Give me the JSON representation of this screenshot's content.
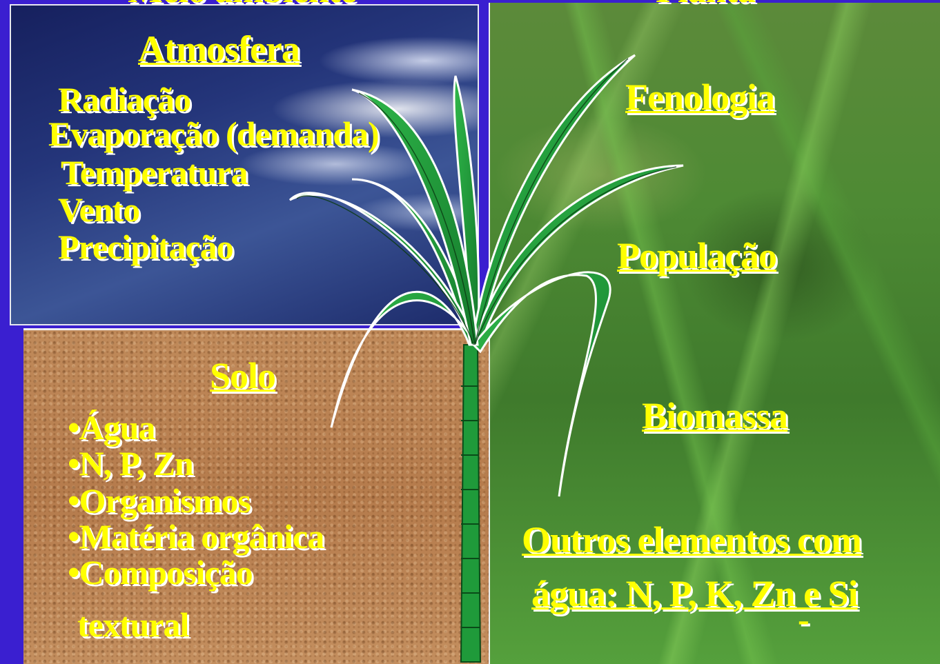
{
  "top_cut_left": "Meio ambiente",
  "top_cut_right": "Planta",
  "atmosphere": {
    "title": "Atmosfera",
    "items": [
      "Radiação",
      "Evaporação (demanda)",
      "Temperatura",
      "Vento",
      "Precipitação"
    ]
  },
  "soil": {
    "title": "Solo",
    "bullet": "•",
    "items": [
      "Água",
      "N, P, Zn",
      "Organismos",
      "Matéria orgânica",
      "Composição",
      "textural"
    ]
  },
  "plant": {
    "items": [
      "Fenologia",
      "População",
      "Biomassa"
    ],
    "other_line1": "Outros elementos com",
    "other_line2": "água: N, P, K, Zn e Si",
    "dash": "-"
  },
  "colors": {
    "text": "#ffff00",
    "shadow": "#ffffff",
    "frame": "#3a1fd0",
    "leaf": "#1f9a3a"
  }
}
